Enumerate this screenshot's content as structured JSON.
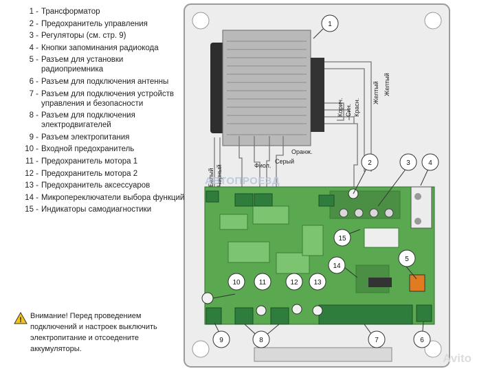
{
  "legend": [
    {
      "num": "1 -",
      "text": "Трансформатор"
    },
    {
      "num": "2 -",
      "text": "Предохранитель управления"
    },
    {
      "num": "3 -",
      "text": "Регуляторы (см. стр. 9)"
    },
    {
      "num": "4 -",
      "text": "Кнопки запоминания радиокода"
    },
    {
      "num": "5 -",
      "text": "Разъем для установки радиоприемника"
    },
    {
      "num": "6 -",
      "text": "Разъем для подключения антенны"
    },
    {
      "num": "7 -",
      "text": "Разъем для подключения устройств управления и безопасности"
    },
    {
      "num": "8 -",
      "text": "Разъем для подключения электродвигателей"
    },
    {
      "num": "9 -",
      "text": "Разъем электропитания"
    },
    {
      "num": "10 -",
      "text": "Входной предохранитель"
    },
    {
      "num": "11 -",
      "text": "Предохранитель мотора 1"
    },
    {
      "num": "12 -",
      "text": "Предохранитель мотора 2"
    },
    {
      "num": "13 -",
      "text": "Предохранитель аксессуаров"
    },
    {
      "num": "14 -",
      "text": "Микропереключатели выбора функций"
    },
    {
      "num": "15 -",
      "text": "Индикаторы самодиагностики"
    }
  ],
  "warning": {
    "text": "Внимание! Перед проведением подключений и настроек выключить электропитание и отсоедените аккумуляторы."
  },
  "wires": {
    "white": "Белый",
    "black": "Черный",
    "violet": "Фиол.",
    "gray": "Серый",
    "orange": "Оранж.",
    "brown": "Корич.",
    "blue": "Син.",
    "red": "Красн.",
    "yellow1": "Желтый",
    "yellow2": "Желтый"
  },
  "callouts": [
    "1",
    "2",
    "3",
    "4",
    "5",
    "6",
    "7",
    "8",
    "9",
    "10",
    "11",
    "12",
    "13",
    "14",
    "15"
  ],
  "watermark": "АВТОПРОЕЗД",
  "brand": "Avito",
  "colors": {
    "board": "#5aa850",
    "enclosure": "#ededed",
    "transformer": "#bcbcbc",
    "terminal": "#2f7d3c"
  }
}
